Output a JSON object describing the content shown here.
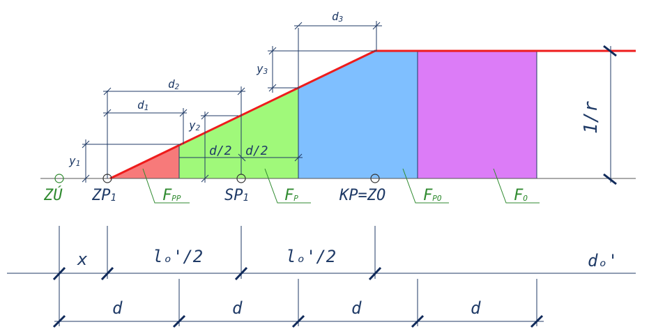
{
  "colors": {
    "red_line": "#ee1c1c",
    "fill_pp": "#f77a7a",
    "fill_p": "#a0f97a",
    "fill_po": "#7fbfff",
    "fill_o": "#dc7cf7",
    "dim_line": "#1f3a66",
    "tick": "#102a5a",
    "green_label": "#2f8a2f"
  },
  "labels": {
    "zu": "ZÚ",
    "zp": "ZP",
    "zp_sub": "1",
    "sp": "SP",
    "sp_sub": "1",
    "kp_zo": "KP=ZO",
    "fpp": "F",
    "fpp_sub": "PP",
    "fp": "F",
    "fp_sub": "P",
    "fpo": "F",
    "fpo_sub": "PO",
    "fo": "F",
    "fo_sub": "O",
    "d1": "d",
    "d1_sub": "1",
    "d2": "d",
    "d2_sub": "2",
    "d3": "d",
    "d3_sub": "3",
    "y1": "y",
    "y1_sub": "1",
    "y2": "y",
    "y2_sub": "2",
    "y3": "y",
    "y3_sub": "3",
    "d_half_a": "d/2",
    "d_half_b": "d/2",
    "one_over_r": "1/r",
    "x": "x",
    "lo_half_a": "lₒ'/2",
    "lo_half_b": "lₒ'/2",
    "d_o": "dₒ'",
    "d_a": "d",
    "d_b": "d",
    "d_c": "d",
    "d_d": "d"
  }
}
